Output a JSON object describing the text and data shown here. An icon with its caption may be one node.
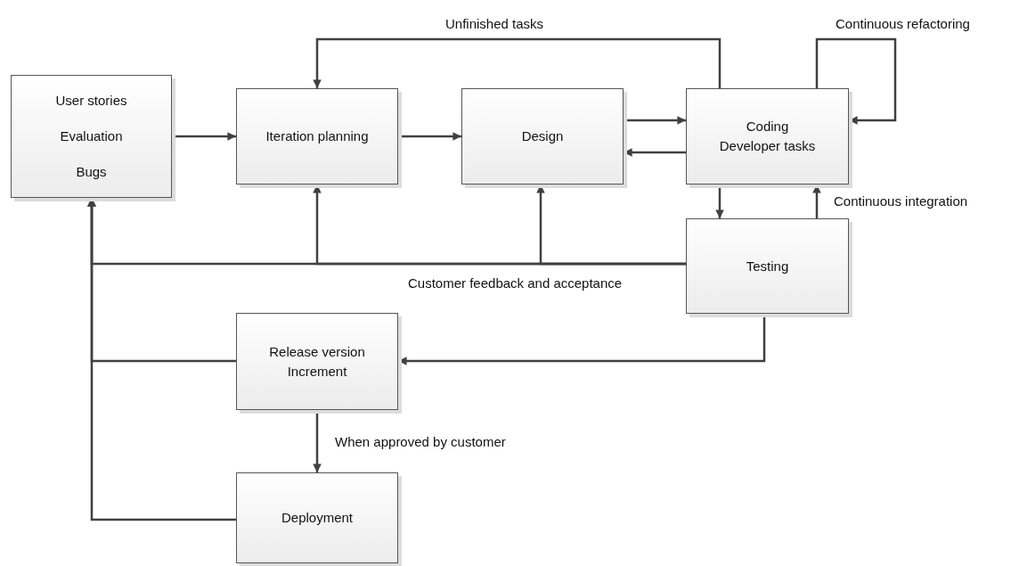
{
  "diagram": {
    "nodes": [
      {
        "text": [
          "User stories",
          "Evaluation",
          "Bugs"
        ]
      },
      {
        "text": [
          "Iteration planning"
        ]
      },
      {
        "text": [
          "Design"
        ]
      },
      {
        "text": [
          "Coding",
          "Developer tasks"
        ]
      },
      {
        "text": [
          "Testing"
        ]
      },
      {
        "text": [
          "Release version",
          "Increment"
        ]
      },
      {
        "text": [
          "Deployment"
        ]
      }
    ],
    "edges": [
      {
        "from": 0,
        "to": 1,
        "arrow": "to"
      },
      {
        "from": 1,
        "to": 2,
        "arrow": "to"
      },
      {
        "from": 2,
        "to": 3,
        "arrow": "to"
      },
      {
        "from": 3,
        "to": 2,
        "arrow": "to"
      },
      {
        "from": 3,
        "to": 1,
        "arrow": "to",
        "label": "Unfinished tasks"
      },
      {
        "from": 3,
        "to": 3,
        "arrow": "to",
        "label": "Continuous refactoring"
      },
      {
        "from": 3,
        "to": 4,
        "arrow": "to"
      },
      {
        "from": 4,
        "to": 3,
        "arrow": "to",
        "label": "Continuous integration"
      },
      {
        "from": 4,
        "to": 1,
        "arrow": "to"
      },
      {
        "from": 4,
        "to": 2,
        "arrow": "to",
        "label": "Customer feedback and acceptance"
      },
      {
        "from": 4,
        "to": 0,
        "arrow": "to"
      },
      {
        "from": 4,
        "to": 5,
        "arrow": "to"
      },
      {
        "from": 5,
        "to": 0,
        "arrow": "to"
      },
      {
        "from": 6,
        "to": 0,
        "arrow": "to"
      },
      {
        "from": 5,
        "to": 6,
        "arrow": "to",
        "label": "When approved by customer"
      }
    ]
  }
}
